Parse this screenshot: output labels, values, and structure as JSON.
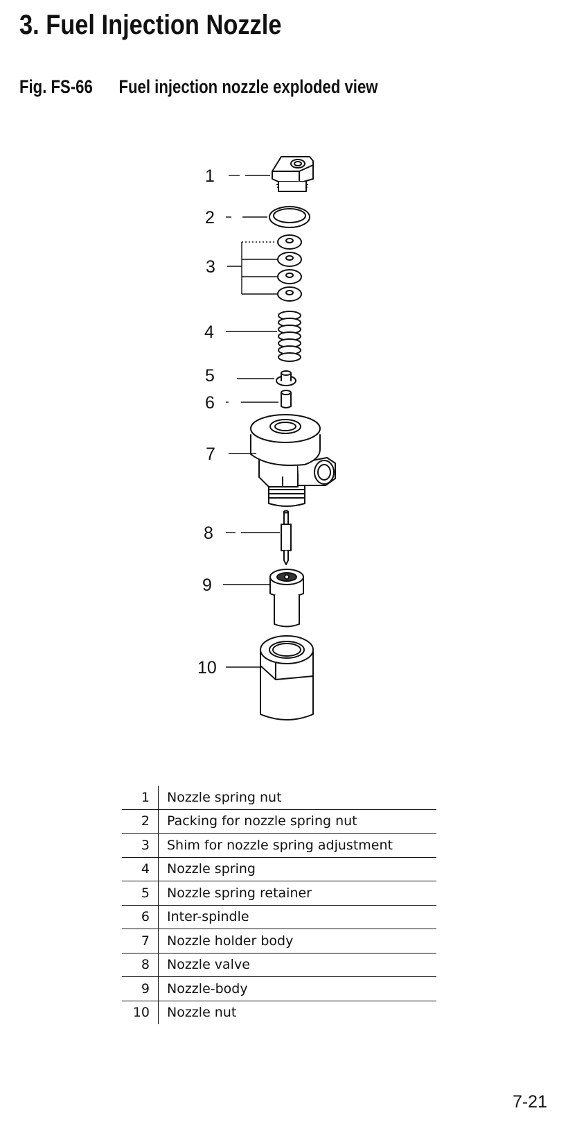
{
  "header": {
    "title": "3. Fuel Injection Nozzle"
  },
  "figure": {
    "label": "Fig. FS-66",
    "title": "Fuel injection nozzle exploded view",
    "callouts": [
      "1",
      "2",
      "3",
      "4",
      "5",
      "6",
      "7",
      "8",
      "9",
      "10"
    ]
  },
  "parts": [
    {
      "num": "1",
      "name": "Nozzle spring nut"
    },
    {
      "num": "2",
      "name": "Packing for nozzle spring nut"
    },
    {
      "num": "3",
      "name": "Shim for nozzle spring adjustment"
    },
    {
      "num": "4",
      "name": "Nozzle spring"
    },
    {
      "num": "5",
      "name": "Nozzle spring retainer"
    },
    {
      "num": "6",
      "name": "Inter-spindle"
    },
    {
      "num": "7",
      "name": "Nozzle holder body"
    },
    {
      "num": "8",
      "name": "Nozzle valve"
    },
    {
      "num": "9",
      "name": "Nozzle-body"
    },
    {
      "num": "10",
      "name": "Nozzle nut"
    }
  ],
  "footer": {
    "page_number": "7-21"
  }
}
